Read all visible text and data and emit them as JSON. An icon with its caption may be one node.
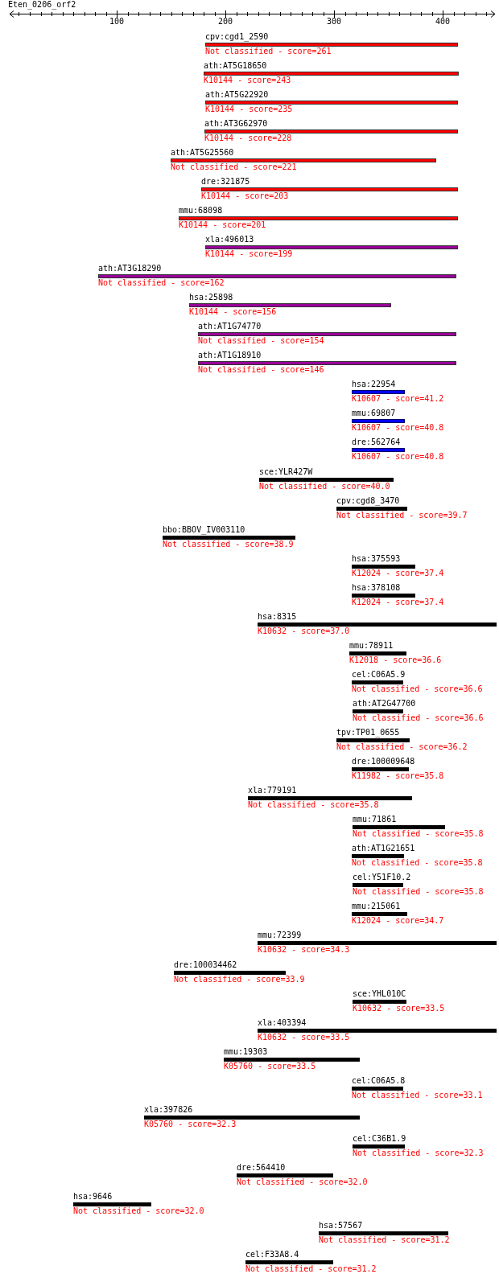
{
  "diagram": {
    "title": "Eten_0206_orf2",
    "nodes": [
      {
        "text": [
          "cpv:cgd1_2590",
          "Not classified - score=261"
        ]
      },
      {
        "text": [
          "ath:AT5G18650",
          "K10144 - score=243"
        ]
      },
      {
        "text": [
          "ath:AT5G22920",
          "K10144 - score=235"
        ]
      },
      {
        "text": [
          "ath:AT3G62970",
          "K10144 - score=228"
        ]
      },
      {
        "text": [
          "ath:AT5G25560",
          "Not classified - score=221"
        ]
      },
      {
        "text": [
          "dre:321875",
          "K10144 - score=203"
        ]
      },
      {
        "text": [
          "mmu:68098",
          "K10144 - score=201"
        ]
      },
      {
        "text": [
          "xla:496013",
          "K10144 - score=199"
        ]
      },
      {
        "text": [
          "ath:AT3G18290",
          "Not classified - score=162"
        ]
      },
      {
        "text": [
          "hsa:25898",
          "K10144 - score=156"
        ]
      },
      {
        "text": [
          "ath:AT1G74770",
          "Not classified - score=154"
        ]
      },
      {
        "text": [
          "ath:AT1G18910",
          "Not classified - score=146"
        ]
      },
      {
        "text": [
          "hsa:22954",
          "K10607 - score=41.2"
        ]
      },
      {
        "text": [
          "mmu:69807",
          "K10607 - score=40.8"
        ]
      },
      {
        "text": [
          "dre:562764",
          "K10607 - score=40.8"
        ]
      },
      {
        "text": [
          "sce:YLR427W",
          "Not classified - score=40.0"
        ]
      },
      {
        "text": [
          "cpv:cgd8_3470",
          "Not classified - score=39.7"
        ]
      },
      {
        "text": [
          "bbo:BBOV_IV003110",
          "Not classified - score=38.9"
        ]
      },
      {
        "text": [
          "hsa:375593",
          "K12024 - score=37.4"
        ]
      },
      {
        "text": [
          "hsa:378108",
          "K12024 - score=37.4"
        ]
      },
      {
        "text": [
          "hsa:8315",
          "K10632 - score=37.0"
        ]
      },
      {
        "text": [
          "mmu:78911",
          "K12018 - score=36.6"
        ]
      },
      {
        "text": [
          "cel:C06A5.9",
          "Not classified - score=36.6"
        ]
      },
      {
        "text": [
          "ath:AT2G47700",
          "Not classified - score=36.6"
        ]
      },
      {
        "text": [
          "tpv:TP01_0655",
          "Not classified - score=36.2"
        ]
      },
      {
        "text": [
          "dre:100009648",
          "K11982 - score=35.8"
        ]
      },
      {
        "text": [
          "xla:779191",
          "Not classified - score=35.8"
        ]
      },
      {
        "text": [
          "mmu:71861",
          "Not classified - score=35.8"
        ]
      },
      {
        "text": [
          "ath:AT1G21651",
          "Not classified - score=35.8"
        ]
      },
      {
        "text": [
          "cel:Y51F10.2",
          "Not classified - score=35.8"
        ]
      },
      {
        "text": [
          "mmu:215061",
          "K12024 - score=34.7"
        ]
      },
      {
        "text": [
          "mmu:72399",
          "K10632 - score=34.3"
        ]
      },
      {
        "text": [
          "dre:100034462",
          "Not classified - score=33.9"
        ]
      },
      {
        "text": [
          "sce:YHL010C",
          "K10632 - score=33.5"
        ]
      },
      {
        "text": [
          "xla:403394",
          "K10632 - score=33.5"
        ]
      },
      {
        "text": [
          "mmu:19303",
          "K05760 - score=33.5"
        ]
      },
      {
        "text": [
          "cel:C06A5.8",
          "Not classified - score=33.1"
        ]
      },
      {
        "text": [
          "xla:397826",
          "K05760 - score=32.3"
        ]
      },
      {
        "text": [
          "cel:C36B1.9",
          "Not classified - score=32.3"
        ]
      },
      {
        "text": [
          "dre:564410",
          "Not classified - score=32.0"
        ]
      },
      {
        "text": [
          "hsa:9646",
          "Not classified - score=32.0"
        ]
      },
      {
        "text": [
          "hsa:57567",
          "Not classified - score=31.2"
        ]
      },
      {
        "text": [
          "cel:F33A8.4",
          "Not classified - score=31.2"
        ]
      }
    ],
    "labels": [
      "100",
      "200",
      "300",
      "400"
    ]
  }
}
